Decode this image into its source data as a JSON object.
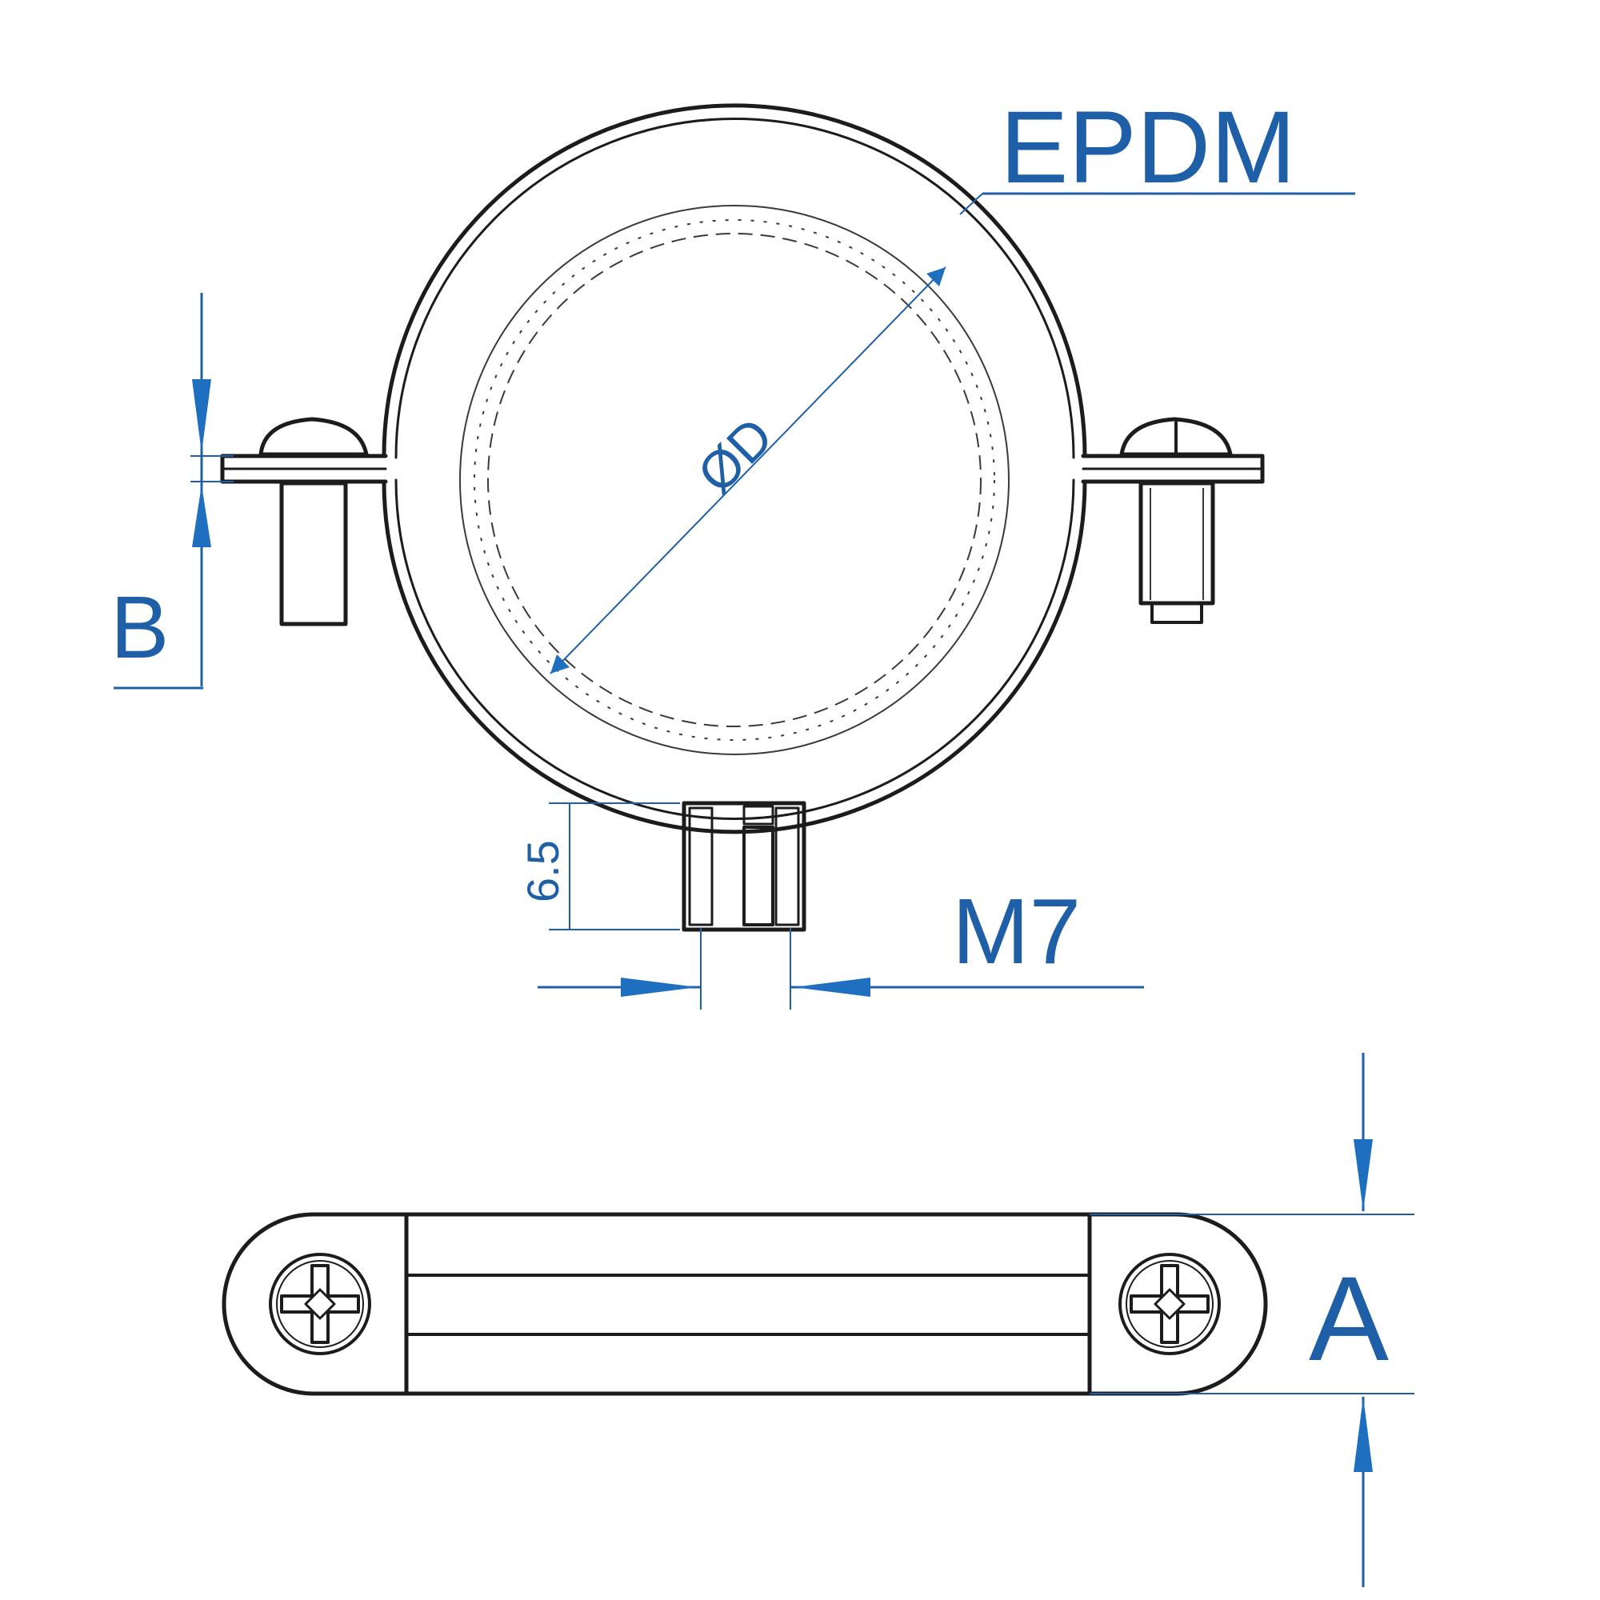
{
  "labels": {
    "material": "EPDM",
    "diameter": "ØD",
    "thickness": "B",
    "nut_height": "6.5",
    "thread": "M7",
    "width": "A"
  },
  "colors": {
    "dimension": "#1f5fa8",
    "arrow": "#1f6fc0",
    "line": "#1c1c1c",
    "background": "#ffffff"
  }
}
